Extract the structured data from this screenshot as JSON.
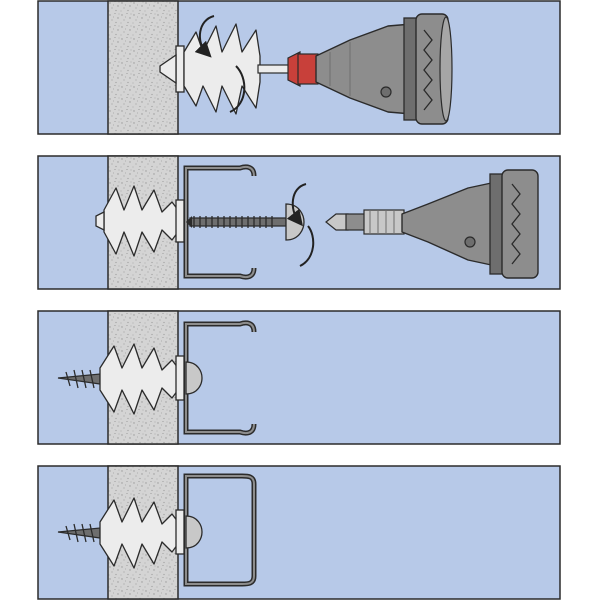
{
  "diagram": {
    "colors": {
      "background": "#ffffff",
      "panel_fill": "#b7c9e8",
      "outline": "#2b2b2b",
      "wall_fill": "#d4d4d4",
      "wall_speckle": "#9a9a9a",
      "anchor_fill": "#ececec",
      "metal_dark": "#6e6e6e",
      "metal_mid": "#8d8d8d",
      "metal_light": "#c8c8c8",
      "accent_red": "#c8403a",
      "arrow": "#222222"
    },
    "steps": [
      {
        "step": 1,
        "content": [
          "drywall-board",
          "plastic-drywall-anchor",
          "setting-tool",
          "rotation-arrow-anchor",
          "drill-chuck"
        ]
      },
      {
        "step": 2,
        "content": [
          "drywall-board",
          "drywall-anchor-seated",
          "c-profile-bracket",
          "screw",
          "rotation-arrow-screw",
          "screwdriver-bit",
          "drill-chuck"
        ]
      },
      {
        "step": 3,
        "content": [
          "drywall-board",
          "drywall-anchor-seated",
          "c-profile-bracket",
          "screw-inserted"
        ]
      },
      {
        "step": 4,
        "content": [
          "drywall-board",
          "drywall-anchor-seated",
          "c-profile-bracket-closed",
          "screw-tightened"
        ]
      }
    ]
  }
}
